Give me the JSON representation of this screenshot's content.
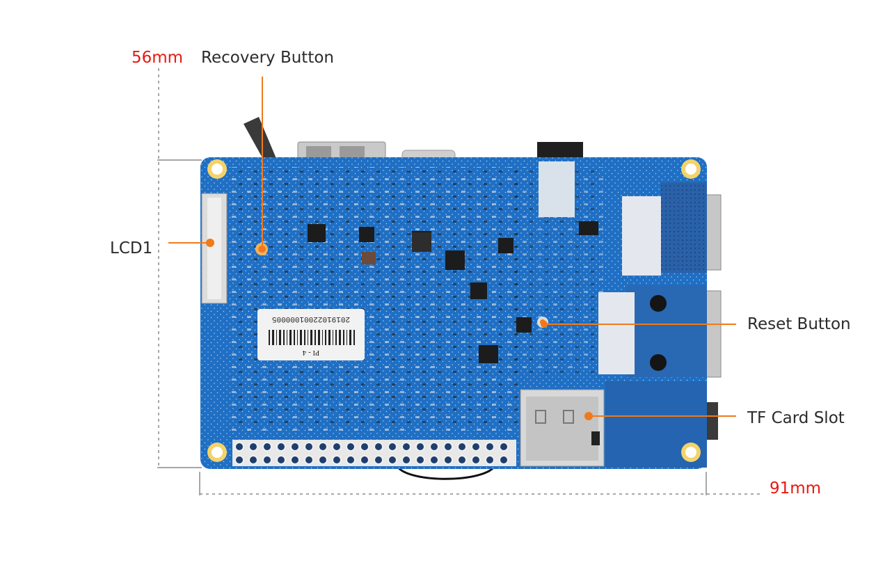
{
  "dimensions": {
    "height_label": "56mm",
    "width_label": "91mm"
  },
  "callouts": {
    "recovery_button": "Recovery Button",
    "lcd": "LCD1",
    "reset_button": "Reset Button",
    "tf_card_slot": "TF Card Slot"
  },
  "board": {
    "sticker_serial": "20191022001000005",
    "sticker_model": "PI - 4"
  },
  "colors": {
    "pcb_blue": "#1f6fc4",
    "callout_orange": "#f07a1a",
    "dimension_red": "#e8180f",
    "dimension_line_gray": "#8a8a8a"
  }
}
